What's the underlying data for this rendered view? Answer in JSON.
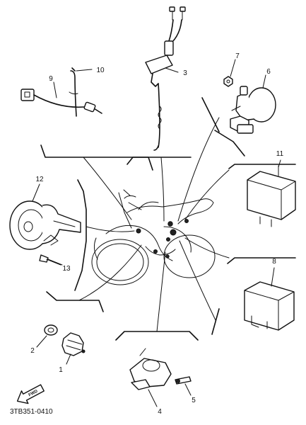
{
  "parts": [
    {
      "id": "1",
      "label": "1"
    },
    {
      "id": "2",
      "label": "2"
    },
    {
      "id": "3",
      "label": "3"
    },
    {
      "id": "4",
      "label": "4"
    },
    {
      "id": "5",
      "label": "5"
    },
    {
      "id": "6",
      "label": "6"
    },
    {
      "id": "7",
      "label": "7"
    },
    {
      "id": "8",
      "label": "8"
    },
    {
      "id": "9",
      "label": "9"
    },
    {
      "id": "10",
      "label": "10"
    },
    {
      "id": "11",
      "label": "11"
    },
    {
      "id": "12",
      "label": "12"
    },
    {
      "id": "13",
      "label": "13"
    }
  ],
  "direction_arrow": {
    "label": "FWD"
  },
  "drawing_code": "3TB351-0410"
}
